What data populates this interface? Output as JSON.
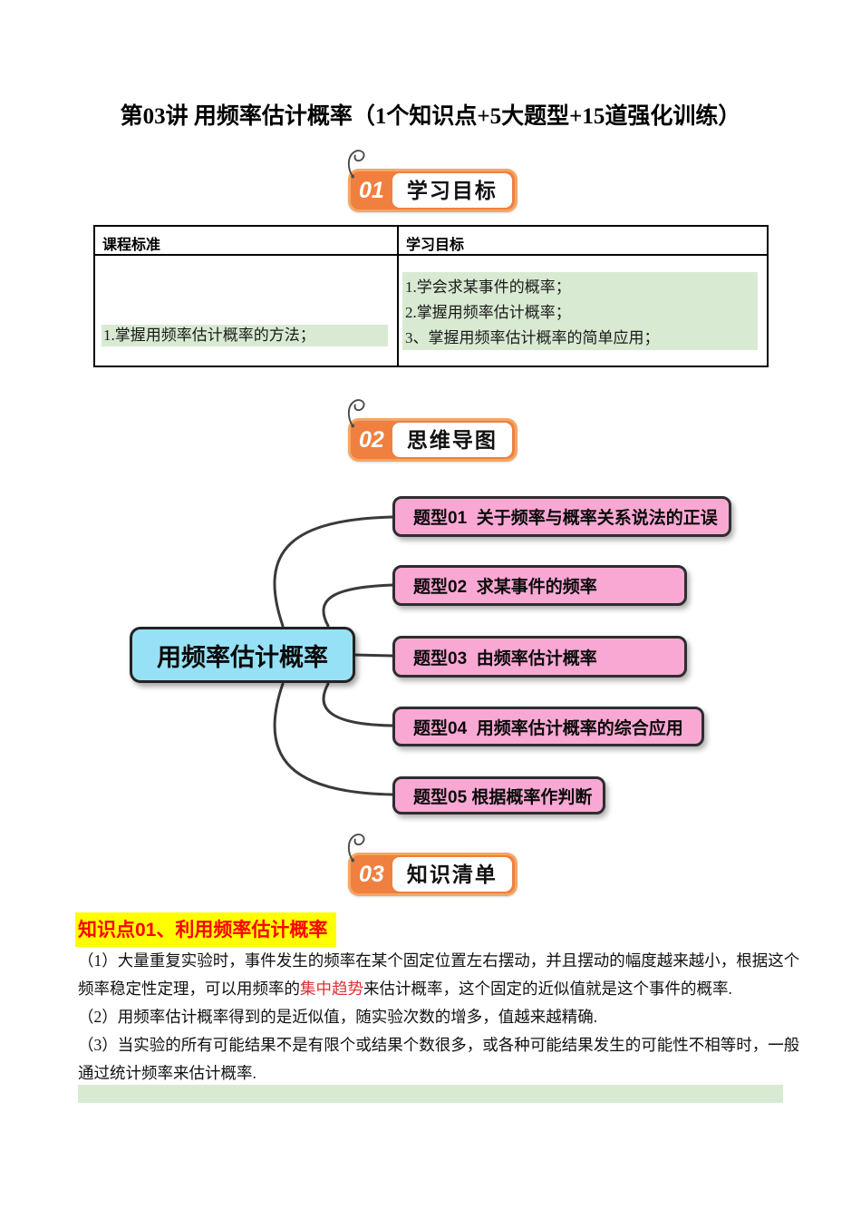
{
  "page_title": "第03讲 用频率估计概率（1个知识点+5大题型+15道强化训练）",
  "section_badges": [
    {
      "num": "01",
      "label": "学习目标"
    },
    {
      "num": "02",
      "label": "思维导图"
    },
    {
      "num": "03",
      "label": "知识清单"
    }
  ],
  "objectives_table": {
    "col1_header": "课程标准",
    "col2_header": "学习目标",
    "standard": "1.掌握用频率估计概率的方法；",
    "goals": [
      "1.学会求某事件的概率；",
      "2.掌握用频率估计概率；",
      "3、掌握用频率估计概率的简单应用；"
    ]
  },
  "mindmap": {
    "root": "用频率估计概率",
    "branches": [
      {
        "label": "题型01  关于频率与概率关系说法的正误"
      },
      {
        "label": "题型02  求某事件的频率"
      },
      {
        "label": "题型03  由频率估计概率"
      },
      {
        "label": "题型04  用频率估计概率的综合应用"
      },
      {
        "label": "题型05 根据概率作判断"
      }
    ]
  },
  "knowledge": {
    "heading": "知识点01、利用频率估计概率",
    "line1": "（1）大量重复实验时，事件发生的频率在某个固定位置左右摆动，并且摆动的幅度越来越小，根据这个",
    "line2_pre": "频率稳定性定理，可以用频率的",
    "line2_em": "集中趋势",
    "line2_post": "来估计概率，这个固定的近似值就是这个事件的概率.",
    "line3": "（2）用频率估计概率得到的是近似值，随实验次数的增多，值越来越精确.",
    "line4": "（3）当实验的所有可能结果不是有限个或结果个数很多，或各种可能结果发生的可能性不相等时，一般",
    "line5": "通过统计频率来估计概率."
  },
  "colors": {
    "badge_orange": "#F0803F",
    "badge_border_orange": "#F5A664",
    "branch_pink": "#F9A8D4",
    "root_blue": "#97E1F6",
    "highlight_green": "#D9EAD3",
    "highlight_yellow": "#FFFF00",
    "heading_red": "#FF0000",
    "emphasis_red": "#E03030",
    "connector_gray": "#3A3A3A"
  }
}
